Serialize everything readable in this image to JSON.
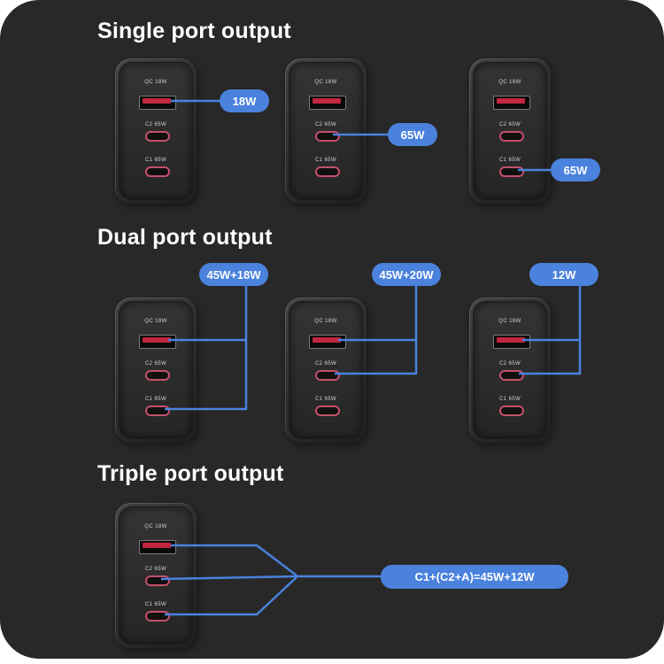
{
  "sections": {
    "single": {
      "title": "Single port output"
    },
    "dual": {
      "title": "Dual port output"
    },
    "triple": {
      "title": "Triple port output"
    }
  },
  "charger": {
    "ports": [
      {
        "label": "QC 18W",
        "type": "usb-a"
      },
      {
        "label": "C2 65W",
        "type": "usb-c"
      },
      {
        "label": "C1 65W",
        "type": "usb-c"
      }
    ]
  },
  "badges": {
    "single": [
      {
        "label": "18W"
      },
      {
        "label": "65W"
      },
      {
        "label": "65W"
      }
    ],
    "dual": [
      {
        "label": "45W+18W"
      },
      {
        "label": "45W+20W"
      },
      {
        "label": "12W"
      }
    ],
    "triple": {
      "label": "C1+(C2+A)=45W+12W"
    }
  },
  "colors": {
    "panel_bg": "#282828",
    "accent_blue": "#4a82dd",
    "port_red": "#c1273f",
    "usb_c_outline": "#c4506b"
  }
}
